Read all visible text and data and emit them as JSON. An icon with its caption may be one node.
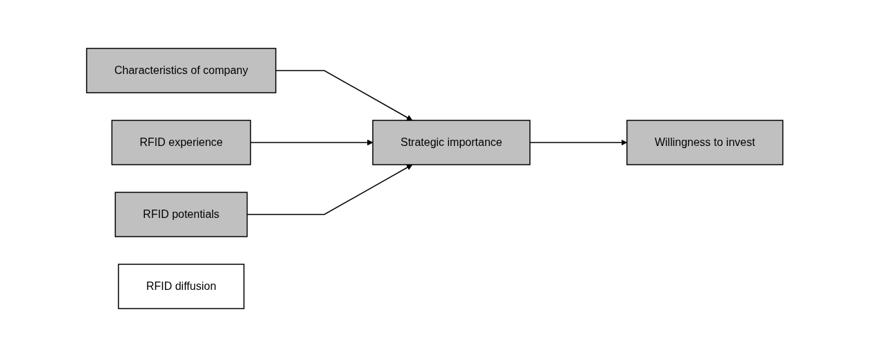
{
  "diagram": {
    "nodes": [
      {
        "text": [
          "Characteristics of company"
        ]
      },
      {
        "text": [
          "RFID experience"
        ]
      },
      {
        "text": [
          "RFID potentials"
        ]
      },
      {
        "text": [
          "Strategic importance"
        ]
      },
      {
        "text": [
          "Willingness to invest"
        ]
      },
      {
        "text": [
          "RFID diffusion"
        ]
      }
    ],
    "edges": [
      {
        "from": 0,
        "to": 3,
        "arrow": "to"
      },
      {
        "from": 1,
        "to": 3,
        "arrow": "to"
      },
      {
        "from": 2,
        "to": 3,
        "arrow": "to"
      },
      {
        "from": 3,
        "to": 4,
        "arrow": "to"
      }
    ]
  }
}
